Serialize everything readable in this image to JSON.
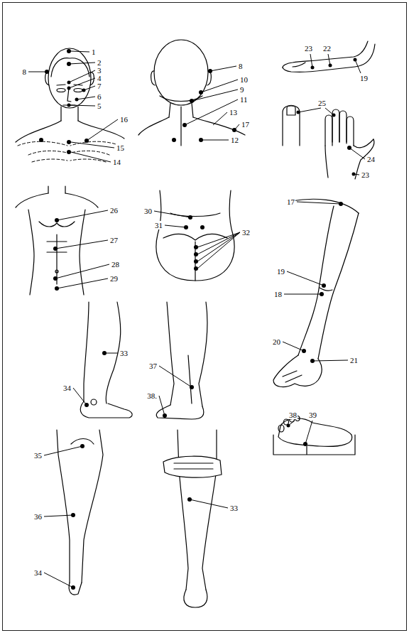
{
  "diagram": {
    "labels": [
      "1",
      "2",
      "3",
      "4",
      "7",
      "6",
      "5",
      "8",
      "16",
      "15",
      "14",
      "8",
      "10",
      "9",
      "11",
      "13",
      "17",
      "12",
      "23",
      "22",
      "19",
      "25",
      "24",
      "23",
      "26",
      "27",
      "28",
      "29",
      "30",
      "31",
      "32",
      "17",
      "19",
      "18",
      "20",
      "21",
      "33",
      "34",
      "37",
      "38.",
      "38",
      "39",
      "35",
      "36",
      "34",
      "33"
    ]
  }
}
